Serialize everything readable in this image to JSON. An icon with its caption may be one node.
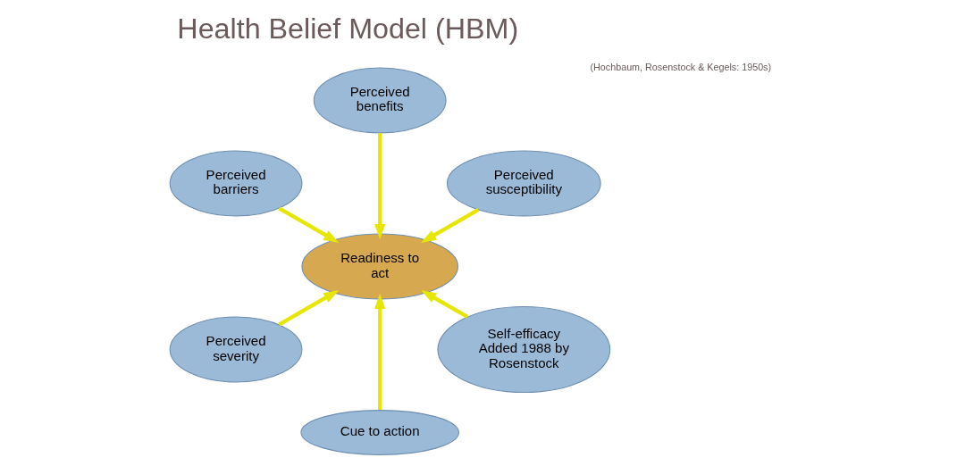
{
  "diagram": {
    "title": "Health Belief Model (HBM)",
    "nodes": [
      {
        "text": [
          "Perceived susceptibility"
        ]
      },
      {
        "text": [
          "Perceived benefits"
        ]
      },
      {
        "text": [
          "Perceived barriers"
        ]
      },
      {
        "text": [
          "Perceived severity"
        ]
      },
      {
        "text": [
          "Readiness to act"
        ]
      },
      {
        "text": [
          "Cue to action"
        ]
      },
      {
        "text": [
          "Self-efficacy",
          "Added 1988 by Rosenstock"
        ]
      }
    ],
    "edges": [
      {
        "from": 0,
        "to": 4,
        "arrow": "to"
      },
      {
        "from": 1,
        "to": 4,
        "arrow": "to"
      },
      {
        "from": 2,
        "to": 4,
        "arrow": "to"
      },
      {
        "from": 3,
        "to": 4,
        "arrow": "to"
      },
      {
        "from": 5,
        "to": 4,
        "arrow": "to"
      },
      {
        "from": 6,
        "to": 4,
        "arrow": "to"
      }
    ],
    "labels": [
      "(Hochbaum, Rosenstock & Kegels: 1950s)"
    ]
  }
}
